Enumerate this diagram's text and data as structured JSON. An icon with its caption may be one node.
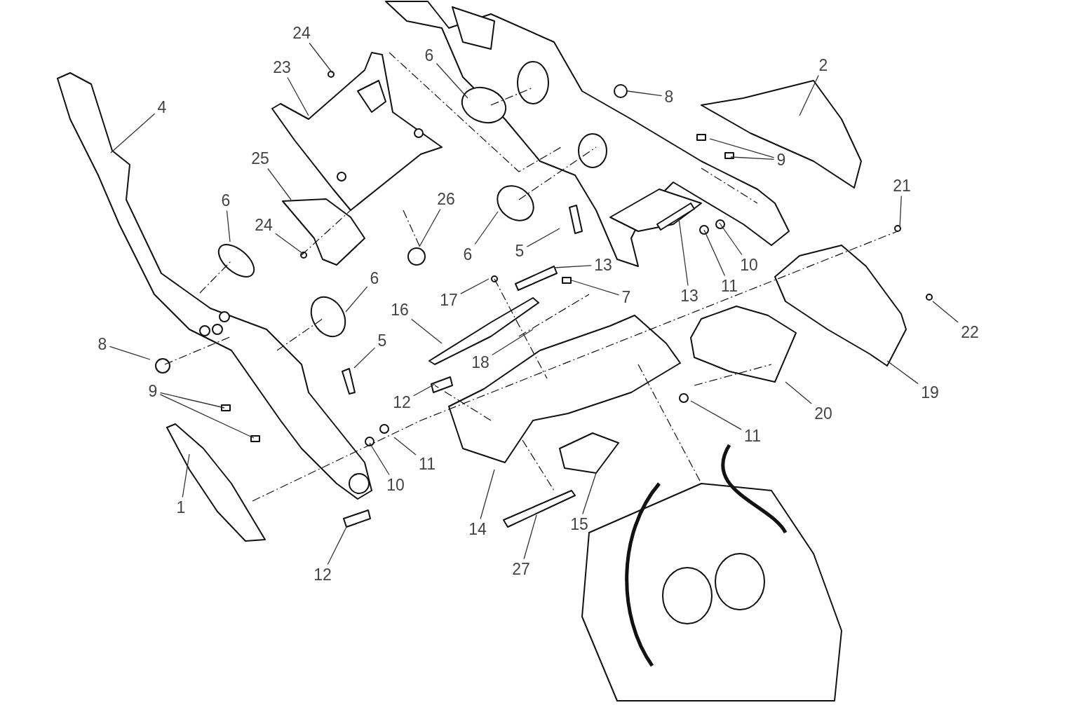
{
  "diagram": {
    "nodes": [
      {
        "text": [
          "24"
        ]
      },
      {
        "text": [
          "23"
        ]
      },
      {
        "text": [
          "4"
        ]
      },
      {
        "text": [
          "6"
        ]
      },
      {
        "text": [
          "8"
        ]
      },
      {
        "text": [
          "2"
        ]
      },
      {
        "text": [
          "9"
        ]
      },
      {
        "text": [
          "25"
        ]
      },
      {
        "text": [
          "26"
        ]
      },
      {
        "text": [
          "6"
        ]
      },
      {
        "text": [
          "24"
        ]
      },
      {
        "text": [
          "6"
        ]
      },
      {
        "text": [
          "5"
        ]
      },
      {
        "text": [
          "13"
        ]
      },
      {
        "text": [
          "13"
        ]
      },
      {
        "text": [
          "11"
        ]
      },
      {
        "text": [
          "10"
        ]
      },
      {
        "text": [
          "21"
        ]
      },
      {
        "text": [
          "6"
        ]
      },
      {
        "text": [
          "17"
        ]
      },
      {
        "text": [
          "7"
        ]
      },
      {
        "text": [
          "16"
        ]
      },
      {
        "text": [
          "5"
        ]
      },
      {
        "text": [
          "18"
        ]
      },
      {
        "text": [
          "8"
        ]
      },
      {
        "text": [
          "22"
        ]
      },
      {
        "text": [
          "12"
        ]
      },
      {
        "text": [
          "9"
        ]
      },
      {
        "text": [
          "19"
        ]
      },
      {
        "text": [
          "20"
        ]
      },
      {
        "text": [
          "11"
        ]
      },
      {
        "text": [
          "11"
        ]
      },
      {
        "text": [
          "10"
        ]
      },
      {
        "text": [
          "1"
        ]
      },
      {
        "text": [
          "14"
        ]
      },
      {
        "text": [
          "15"
        ]
      },
      {
        "text": [
          "27"
        ]
      },
      {
        "text": [
          "12"
        ]
      }
    ],
    "edges": [
      {
        "from": 0,
        "to": null,
        "arrow": "none"
      },
      {
        "from": 1,
        "to": null,
        "arrow": "none"
      },
      {
        "from": 2,
        "to": null,
        "arrow": "none"
      },
      {
        "from": 3,
        "to": null,
        "arrow": "none"
      },
      {
        "from": 4,
        "to": null,
        "arrow": "none"
      },
      {
        "from": 5,
        "to": null,
        "arrow": "none"
      },
      {
        "from": 6,
        "to": null,
        "arrow": "none"
      },
      {
        "from": 6,
        "to": null,
        "arrow": "none"
      },
      {
        "from": 7,
        "to": null,
        "arrow": "none"
      },
      {
        "from": 8,
        "to": null,
        "arrow": "none"
      },
      {
        "from": 9,
        "to": null,
        "arrow": "none"
      },
      {
        "from": 10,
        "to": null,
        "arrow": "none"
      },
      {
        "from": 11,
        "to": null,
        "arrow": "none"
      },
      {
        "from": 12,
        "to": null,
        "arrow": "none"
      },
      {
        "from": 13,
        "to": null,
        "arrow": "none"
      },
      {
        "from": 14,
        "to": null,
        "arrow": "none"
      },
      {
        "from": 15,
        "to": null,
        "arrow": "none"
      },
      {
        "from": 16,
        "to": null,
        "arrow": "none"
      },
      {
        "from": 17,
        "to": null,
        "arrow": "none"
      },
      {
        "from": 18,
        "to": null,
        "arrow": "none"
      },
      {
        "from": 19,
        "to": null,
        "arrow": "none"
      },
      {
        "from": 20,
        "to": null,
        "arrow": "none"
      },
      {
        "from": 21,
        "to": null,
        "arrow": "none"
      },
      {
        "from": 22,
        "to": null,
        "arrow": "none"
      },
      {
        "from": 23,
        "to": null,
        "arrow": "none"
      },
      {
        "from": 24,
        "to": null,
        "arrow": "none"
      },
      {
        "from": 25,
        "to": null,
        "arrow": "none"
      },
      {
        "from": 26,
        "to": null,
        "arrow": "none"
      },
      {
        "from": 27,
        "to": null,
        "arrow": "none"
      },
      {
        "from": 27,
        "to": null,
        "arrow": "none"
      },
      {
        "from": 28,
        "to": null,
        "arrow": "none"
      },
      {
        "from": 29,
        "to": null,
        "arrow": "none"
      },
      {
        "from": 30,
        "to": null,
        "arrow": "none"
      },
      {
        "from": 31,
        "to": null,
        "arrow": "none"
      },
      {
        "from": 32,
        "to": null,
        "arrow": "none"
      },
      {
        "from": 33,
        "to": null,
        "arrow": "none"
      },
      {
        "from": 34,
        "to": null,
        "arrow": "none"
      },
      {
        "from": 35,
        "to": null,
        "arrow": "none"
      },
      {
        "from": 36,
        "to": null,
        "arrow": "none"
      },
      {
        "from": 37,
        "to": null,
        "arrow": "none"
      }
    ]
  }
}
